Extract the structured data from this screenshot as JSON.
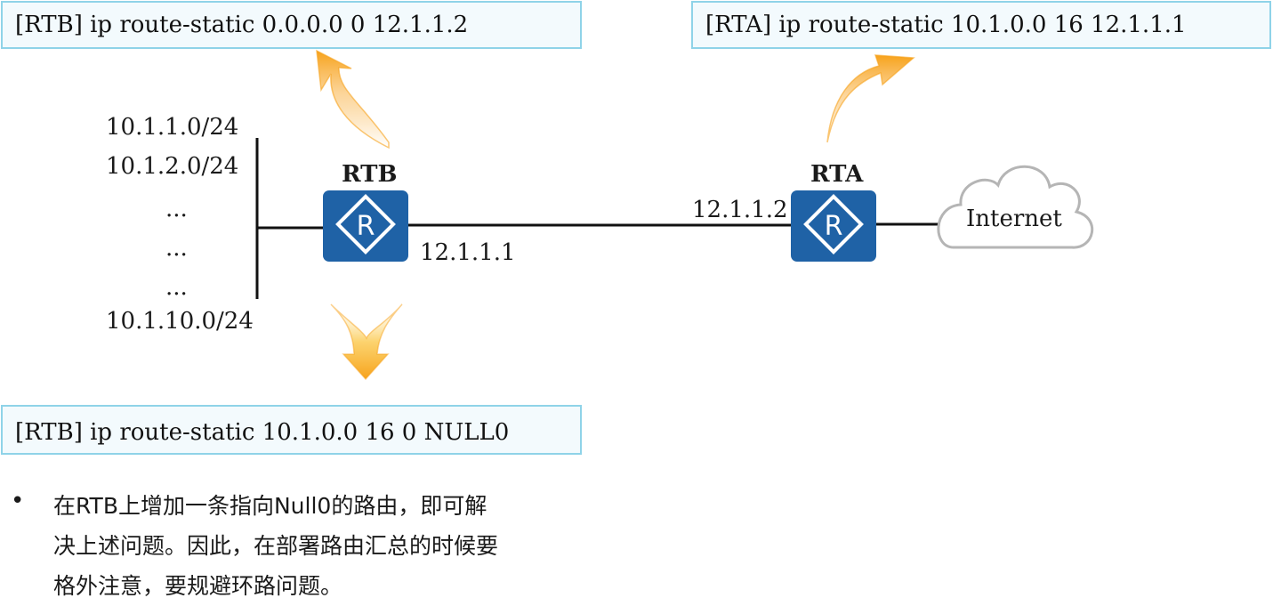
{
  "commands": {
    "rtb_default": "[RTB] ip route-static 0.0.0.0 0 12.1.1.2",
    "rta_static": "[RTA] ip route-static 10.1.0.0 16 12.1.1.1",
    "rtb_null": "[RTB] ip route-static 10.1.0.0 16 0 NULL0"
  },
  "networks": {
    "net1": "10.1.1.0/24",
    "net2": "10.1.2.0/24",
    "dots1": "...",
    "dots2": "...",
    "dots3": "...",
    "net10": "10.1.10.0/24"
  },
  "routers": {
    "rtb": {
      "name": "RTB",
      "interface_ip": "12.1.1.1",
      "icon": "router-icon"
    },
    "rta": {
      "name": "RTA",
      "interface_ip": "12.1.1.2",
      "icon": "router-icon"
    }
  },
  "cloud": {
    "label": "Internet",
    "icon": "cloud-icon"
  },
  "note": {
    "bullet": "•",
    "lines": [
      "在RTB上增加一条指向Null0的路由，即可解",
      "决上述问题。因此，在部署路由汇总的时候要",
      "格外注意，要规避环路问题。"
    ]
  },
  "colors": {
    "router_fill": "#1f62a6",
    "cmd_box_border": "#8fd3e8",
    "cmd_box_fill": "#f3fafd",
    "arrow": "#f7a21b"
  }
}
